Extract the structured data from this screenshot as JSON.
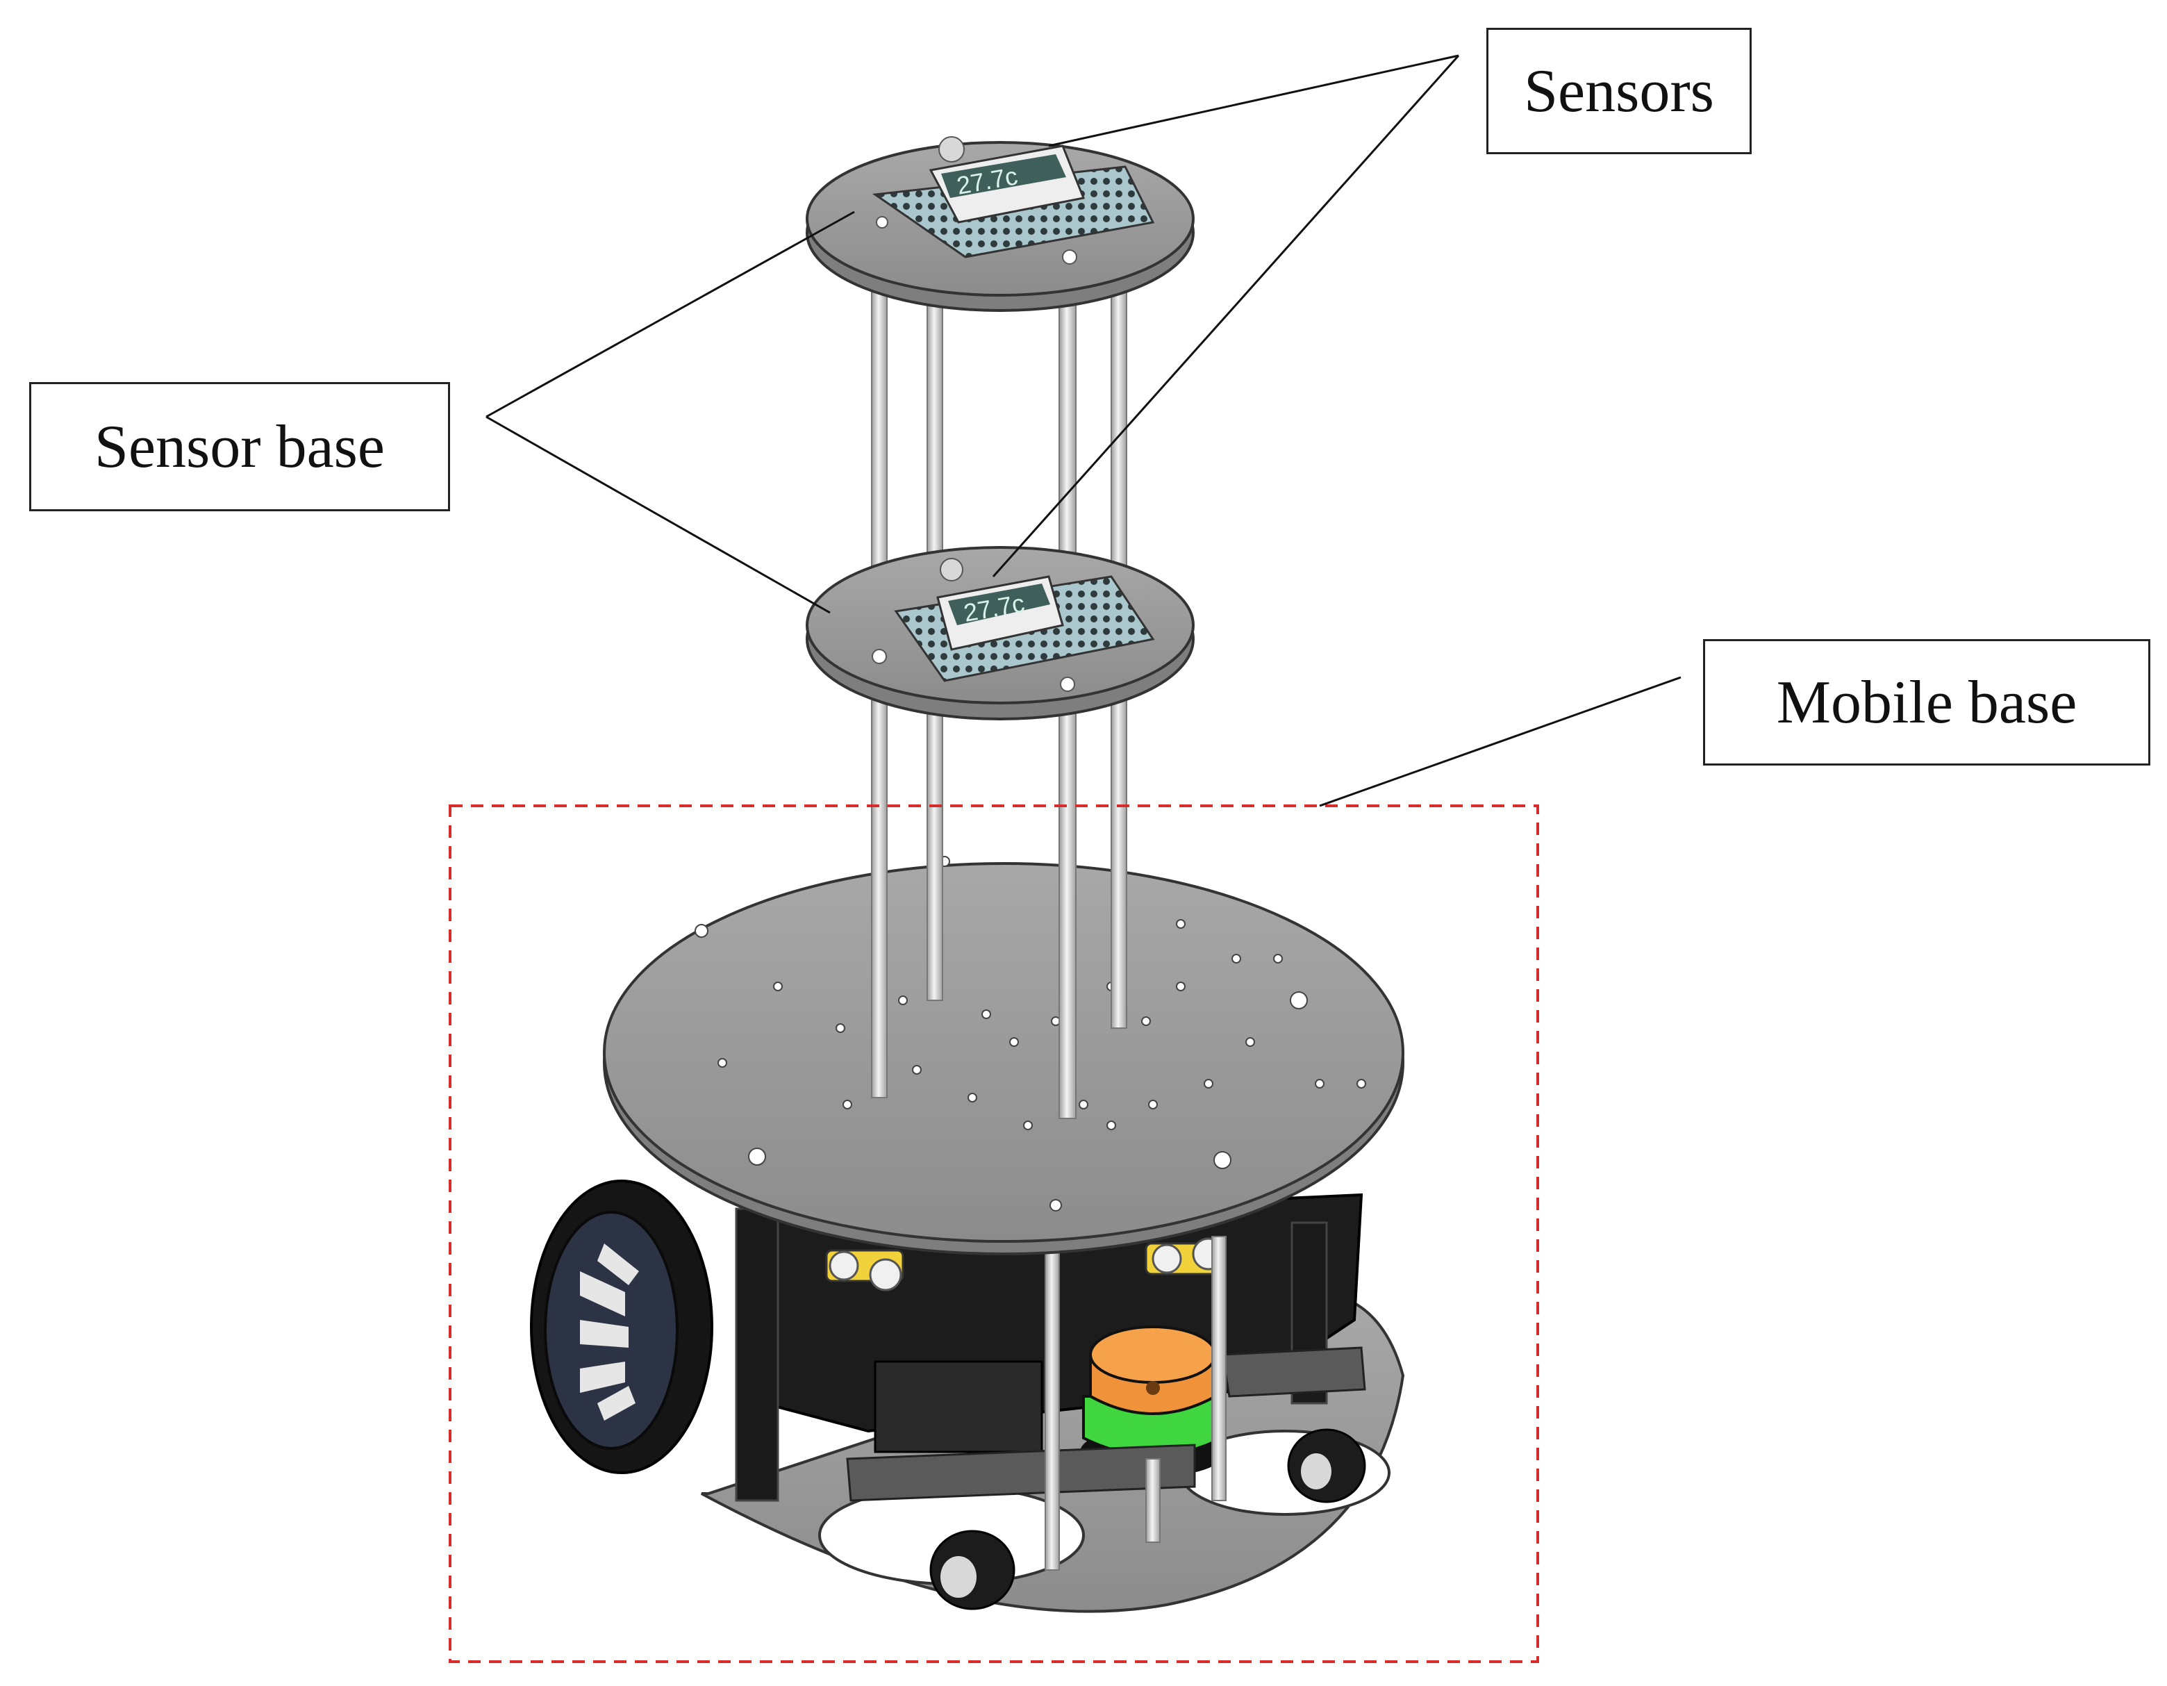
{
  "labels": {
    "sensors": "Sensors",
    "sensor_base": "Sensor base",
    "mobile_base": "Mobile base"
  },
  "sensor_display": {
    "reading": "27.7c"
  },
  "colors": {
    "plate": "#9a9a9a",
    "plate_dark": "#7e7e7e",
    "rod": "#dedede",
    "chassis": "#1c1c1c",
    "lidar_top": "#f0923a",
    "lidar_bottom": "#3fd63f",
    "callout_box": "#d62c2c",
    "sensor_board": "#a9c7cc"
  },
  "icons": [
    "wheel-icon",
    "caster-icon",
    "lidar-icon",
    "ultrasonic-sensor-icon",
    "temperature-sensor-icon"
  ]
}
